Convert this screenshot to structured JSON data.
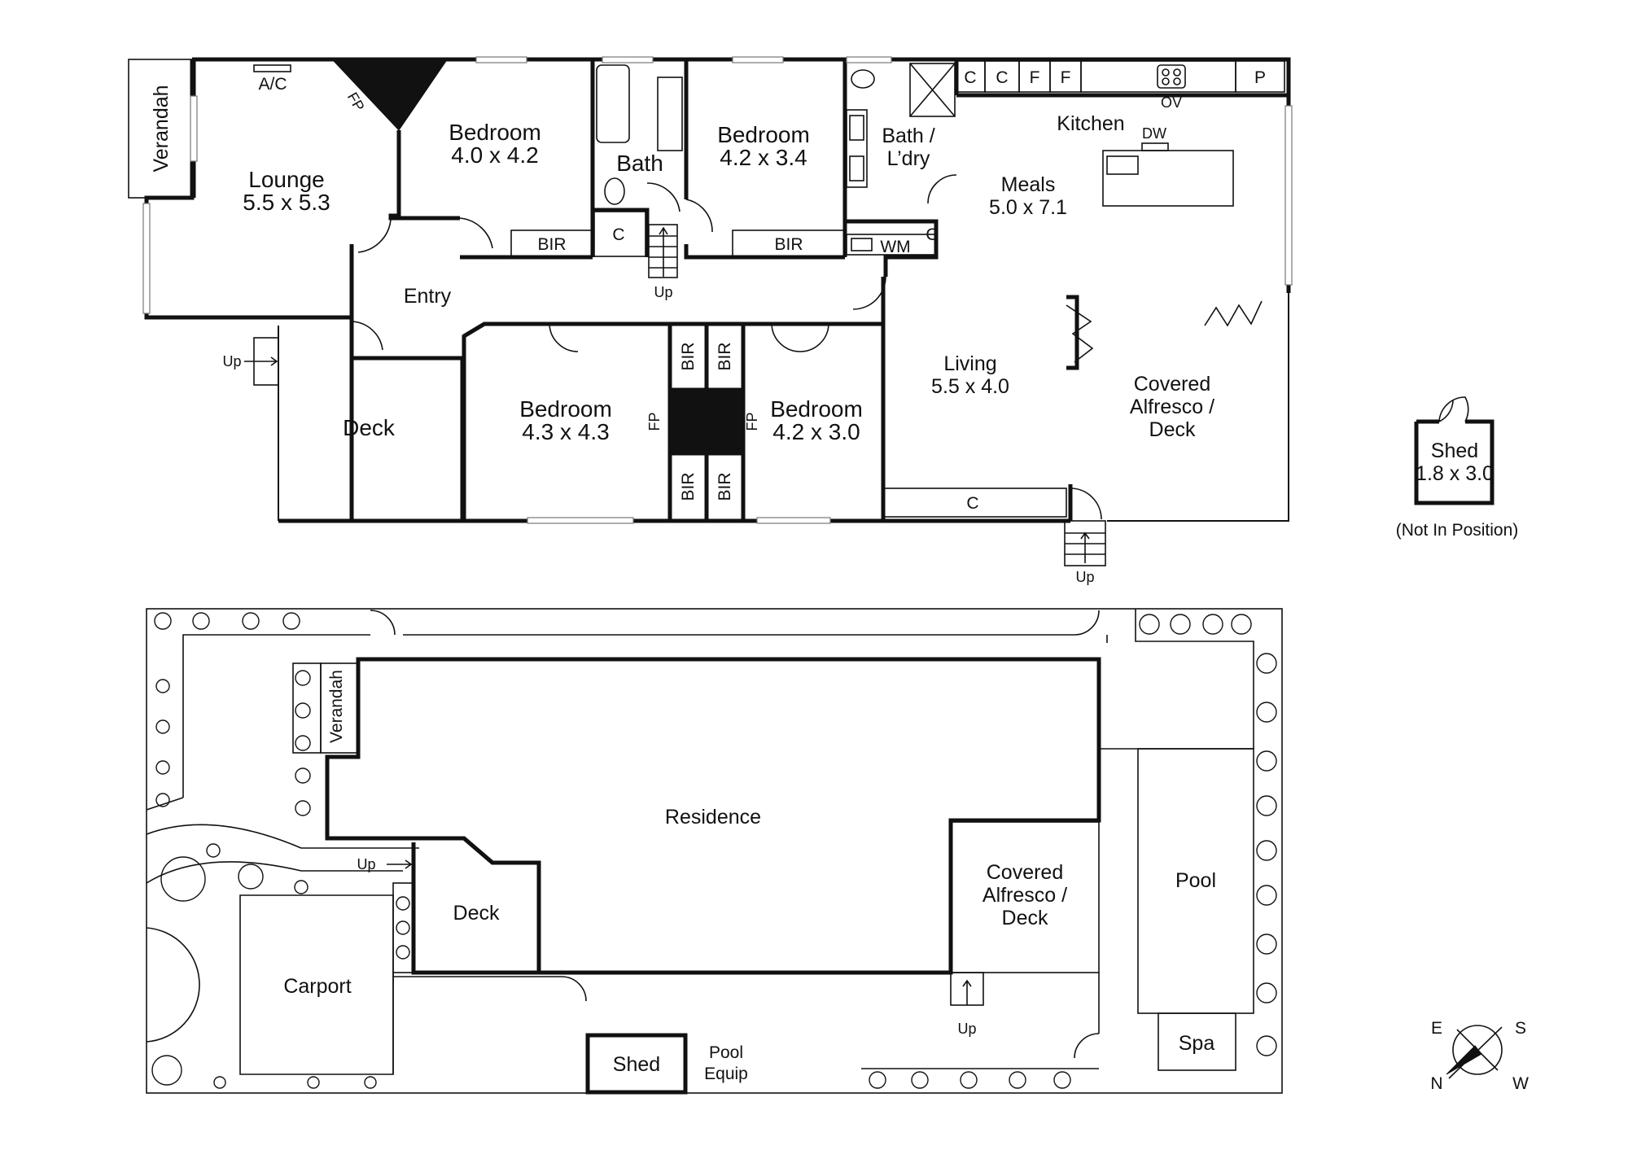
{
  "ground_floor": {
    "verandah": "Verandah",
    "ac": "A/C",
    "fp": "FP",
    "lounge": {
      "name": "Lounge",
      "dim": "5.5 x 5.3"
    },
    "bedroom1": {
      "name": "Bedroom",
      "dim": "4.0 x 4.2"
    },
    "bath": "Bath",
    "bedroom2": {
      "name": "Bedroom",
      "dim": "4.2 x 3.4"
    },
    "bath_ldry": {
      "line1": "Bath /",
      "line2": "L’dry"
    },
    "kitchen": "Kitchen",
    "kitchen_units": [
      "C",
      "C",
      "F",
      "F",
      "P"
    ],
    "oven": "OV",
    "dishwasher": "DW",
    "meals": {
      "name": "Meals",
      "dim": "5.0 x 7.1"
    },
    "bir": "BIR",
    "cupboard": "C",
    "wm": "WM",
    "up": "Up",
    "entry": "Entry",
    "deck": "Deck",
    "bedroom3": {
      "name": "Bedroom",
      "dim": "4.3 x 4.3"
    },
    "bedroom4": {
      "name": "Bedroom",
      "dim": "4.2 x 3.0"
    },
    "living": {
      "name": "Living",
      "dim": "5.5 x 4.0"
    },
    "alfresco": {
      "line1": "Covered",
      "line2": "Alfresco /",
      "line3": "Deck"
    },
    "shed": {
      "name": "Shed",
      "dim": "1.8 x 3.0",
      "note": "(Not In Position)"
    }
  },
  "site_plan": {
    "verandah": "Verandah",
    "residence": "Residence",
    "up": "Up",
    "deck": "Deck",
    "carport": "Carport",
    "alfresco": {
      "line1": "Covered",
      "line2": "Alfresco /",
      "line3": "Deck"
    },
    "pool": "Pool",
    "spa": "Spa",
    "shed": "Shed",
    "pool_equip": {
      "line1": "Pool",
      "line2": "Equip"
    }
  },
  "compass": {
    "e": "E",
    "s": "S",
    "n": "N",
    "w": "W"
  }
}
